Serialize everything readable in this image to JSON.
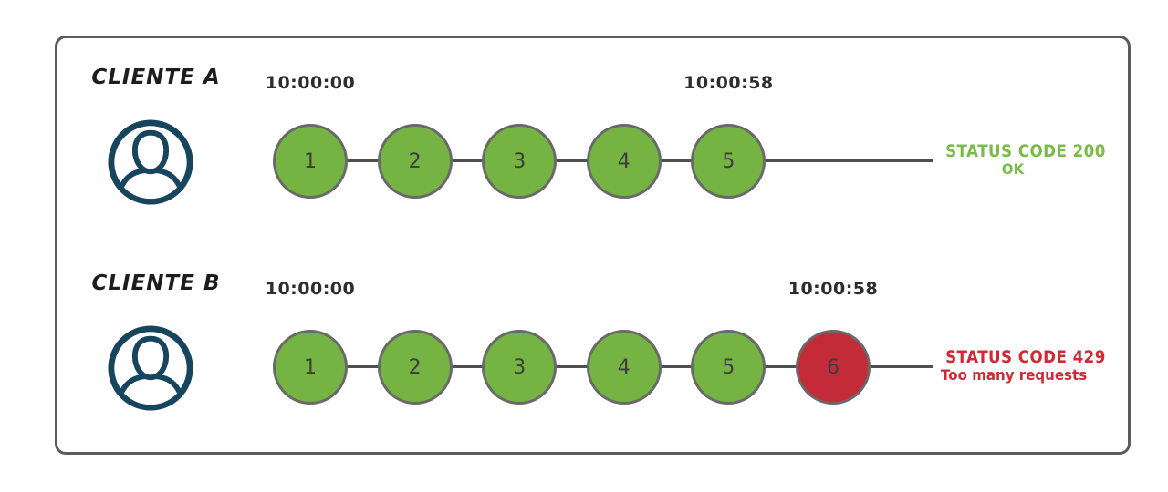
{
  "colors": {
    "success": "#75b342",
    "success_text": "#7abc48",
    "error": "#c42b38",
    "error_text": "#d02a35",
    "icon_navy": "#17455e",
    "frame_border": "#5c5c5c",
    "line": "#4f4f4f",
    "circle_border": "#696969",
    "text": "#2d2d2d"
  },
  "rows": [
    {
      "client_label": "CLIENTE A",
      "start_time": "10:00:00",
      "end_time": "10:00:58",
      "requests": [
        {
          "label": "1",
          "status": "success"
        },
        {
          "label": "2",
          "status": "success"
        },
        {
          "label": "3",
          "status": "success"
        },
        {
          "label": "4",
          "status": "success"
        },
        {
          "label": "5",
          "status": "success"
        }
      ],
      "status": {
        "line1": "STATUS CODE 200",
        "line2": "OK",
        "type": "success"
      }
    },
    {
      "client_label": "CLIENTE B",
      "start_time": "10:00:00",
      "end_time": "10:00:58",
      "requests": [
        {
          "label": "1",
          "status": "success"
        },
        {
          "label": "2",
          "status": "success"
        },
        {
          "label": "3",
          "status": "success"
        },
        {
          "label": "4",
          "status": "success"
        },
        {
          "label": "5",
          "status": "success"
        },
        {
          "label": "6",
          "status": "error"
        }
      ],
      "status": {
        "line1": "STATUS CODE 429",
        "line2": "Too many requests",
        "type": "error"
      }
    }
  ]
}
